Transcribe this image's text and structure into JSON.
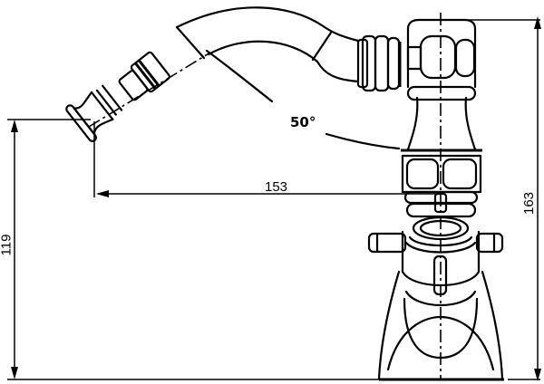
{
  "drawing": {
    "subject": "bidet mixer tap with swivel spout",
    "view": "side elevation",
    "line_color": "#000000",
    "background_color": "#ffffff"
  },
  "dimensions": {
    "total_height": {
      "value": "163",
      "orientation": "vertical",
      "position": "right"
    },
    "spout_outlet_height": {
      "value": "119",
      "orientation": "vertical",
      "position": "left"
    },
    "spout_reach": {
      "value": "153",
      "orientation": "horizontal",
      "position": "middle"
    },
    "spout_swivel_angle": {
      "value": "50°",
      "orientation": "arc",
      "position": "upper-middle"
    }
  }
}
